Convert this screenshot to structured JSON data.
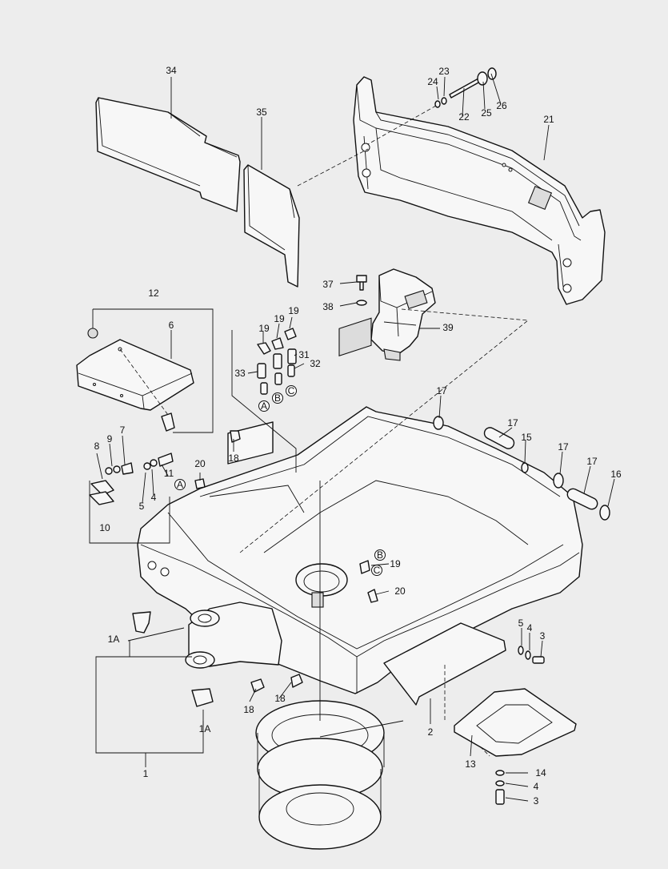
{
  "callouts": [
    {
      "id": "c34",
      "text": "34"
    },
    {
      "id": "c35",
      "text": "35"
    },
    {
      "id": "c23",
      "text": "23"
    },
    {
      "id": "c24",
      "text": "24"
    },
    {
      "id": "c22",
      "text": "22"
    },
    {
      "id": "c25",
      "text": "25"
    },
    {
      "id": "c26",
      "text": "26"
    },
    {
      "id": "c21",
      "text": "21"
    },
    {
      "id": "c12",
      "text": "12"
    },
    {
      "id": "c6",
      "text": "6"
    },
    {
      "id": "c37",
      "text": "37"
    },
    {
      "id": "c38",
      "text": "38"
    },
    {
      "id": "c39",
      "text": "39"
    },
    {
      "id": "c19a",
      "text": "19"
    },
    {
      "id": "c19b",
      "text": "19"
    },
    {
      "id": "c19c",
      "text": "19"
    },
    {
      "id": "c31",
      "text": "31"
    },
    {
      "id": "c32",
      "text": "32"
    },
    {
      "id": "c33",
      "text": "33"
    },
    {
      "id": "c17a",
      "text": "17"
    },
    {
      "id": "c17b",
      "text": "17"
    },
    {
      "id": "c17c",
      "text": "17"
    },
    {
      "id": "c17d",
      "text": "17"
    },
    {
      "id": "c15",
      "text": "15"
    },
    {
      "id": "c16",
      "text": "16"
    },
    {
      "id": "c8",
      "text": "8"
    },
    {
      "id": "c9",
      "text": "9"
    },
    {
      "id": "c7",
      "text": "7"
    },
    {
      "id": "c11",
      "text": "11"
    },
    {
      "id": "c4a",
      "text": "4"
    },
    {
      "id": "c5a",
      "text": "5"
    },
    {
      "id": "c10",
      "text": "10"
    },
    {
      "id": "c20a",
      "text": "20"
    },
    {
      "id": "c18a",
      "text": "18"
    },
    {
      "id": "c19d",
      "text": "19"
    },
    {
      "id": "c20b",
      "text": "20"
    },
    {
      "id": "c1Aa",
      "text": "1A"
    },
    {
      "id": "c1Ab",
      "text": "1A"
    },
    {
      "id": "c1",
      "text": "1"
    },
    {
      "id": "c18b",
      "text": "18"
    },
    {
      "id": "c18c",
      "text": "18"
    },
    {
      "id": "c5b",
      "text": "5"
    },
    {
      "id": "c4b",
      "text": "4"
    },
    {
      "id": "c3a",
      "text": "3"
    },
    {
      "id": "c2",
      "text": "2"
    },
    {
      "id": "c13",
      "text": "13"
    },
    {
      "id": "c14",
      "text": "14"
    },
    {
      "id": "c4c",
      "text": "4"
    },
    {
      "id": "c3b",
      "text": "3"
    }
  ],
  "port_markers": [
    {
      "id": "pA1",
      "text": "A"
    },
    {
      "id": "pB1",
      "text": "B"
    },
    {
      "id": "pC1",
      "text": "C"
    },
    {
      "id": "pA2",
      "text": "A"
    },
    {
      "id": "pB2",
      "text": "B"
    },
    {
      "id": "pC2",
      "text": "C"
    }
  ]
}
